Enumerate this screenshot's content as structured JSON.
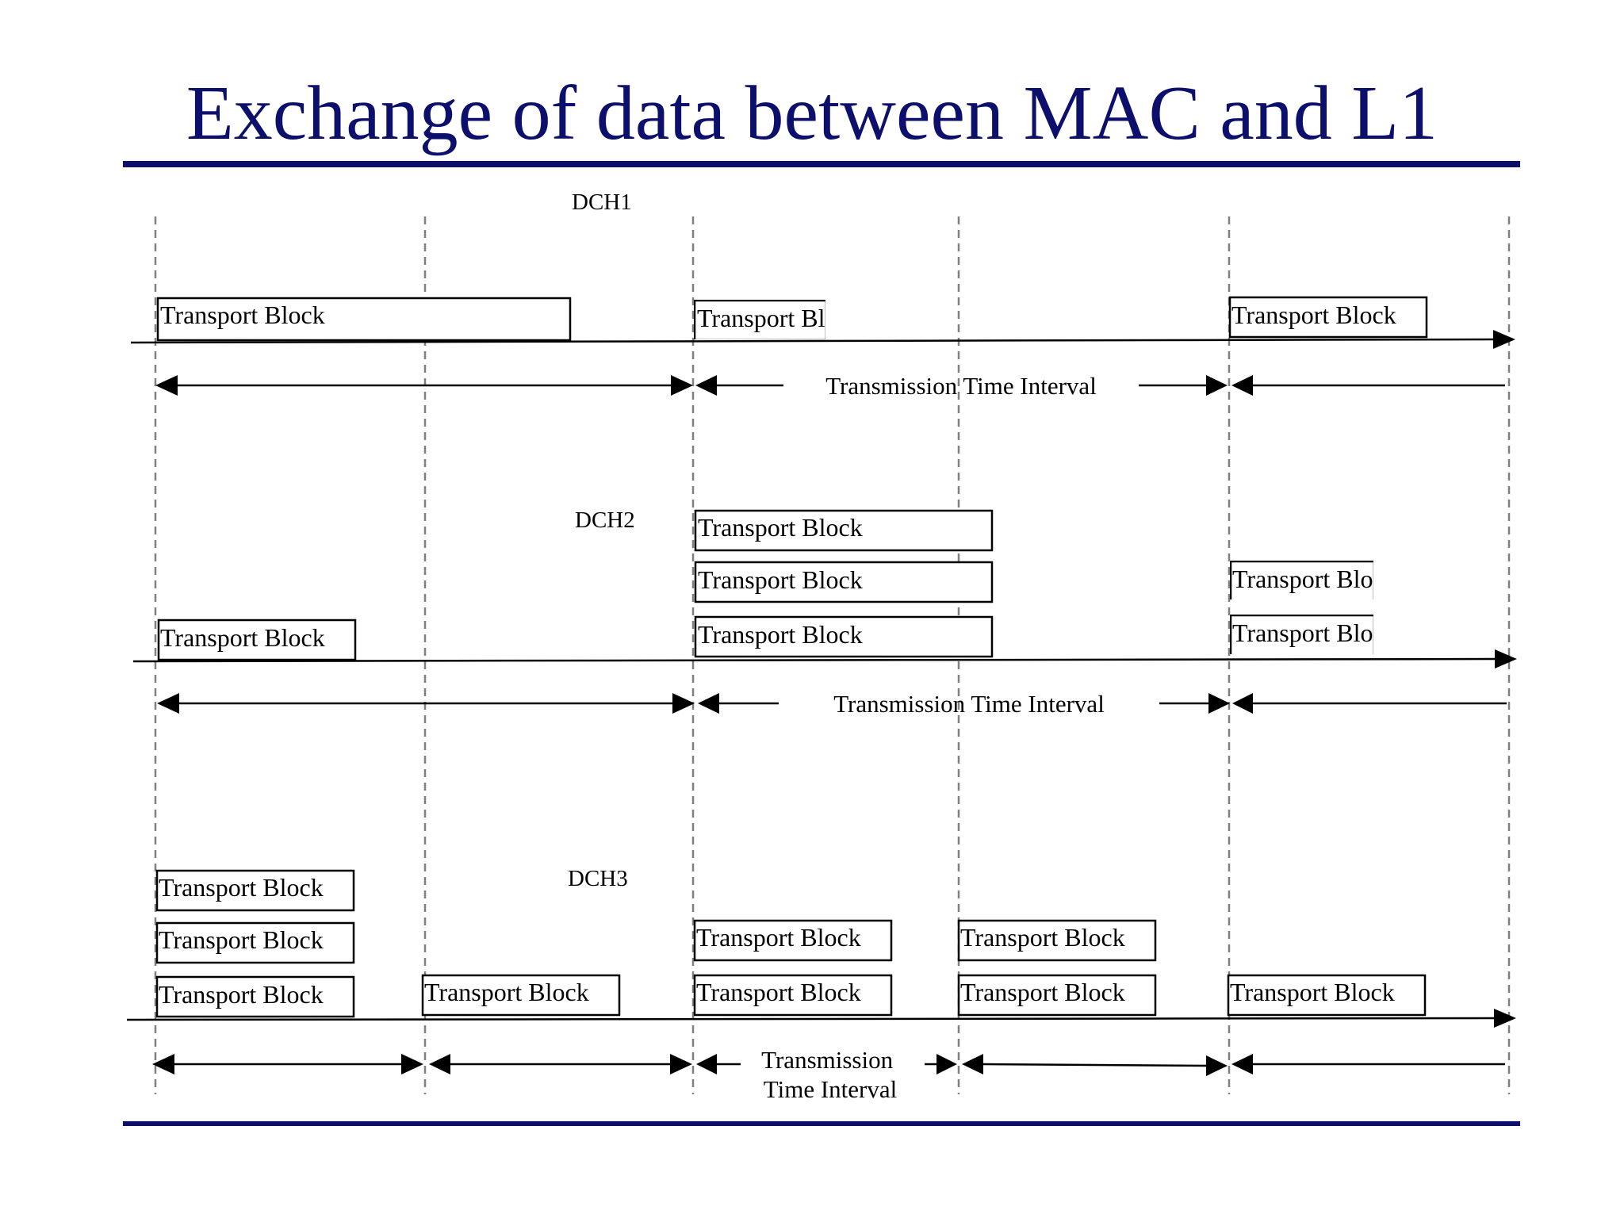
{
  "title": "Exchange of data between MAC and L1",
  "colors": {
    "title": "#0c0f6b",
    "rule": "#0c0f6b",
    "line": "#000000",
    "grid": "#808080"
  },
  "block_label": "Transport Block",
  "channels": [
    {
      "name": "DCH1",
      "tti_label": "Transmission Time Interval",
      "blocks": [
        "Transport Block",
        "Transport Block",
        "Transport Block"
      ]
    },
    {
      "name": "DCH2",
      "tti_label": "Transmission Time Interval",
      "blocks": [
        "Transport Block",
        "Transport Block",
        "Transport Block",
        "Transport Block",
        "Transport Block",
        "Transport Block"
      ]
    },
    {
      "name": "DCH3",
      "tti_label": "Transmission Time Interval",
      "tti_label_lines": [
        "Transmission",
        "Time Interval"
      ],
      "blocks": [
        "Transport Block",
        "Transport Block",
        "Transport Block",
        "Transport Block",
        "Transport Block",
        "Transport Block",
        "Transport Block",
        "Transport Block",
        "Transport Block"
      ]
    }
  ]
}
